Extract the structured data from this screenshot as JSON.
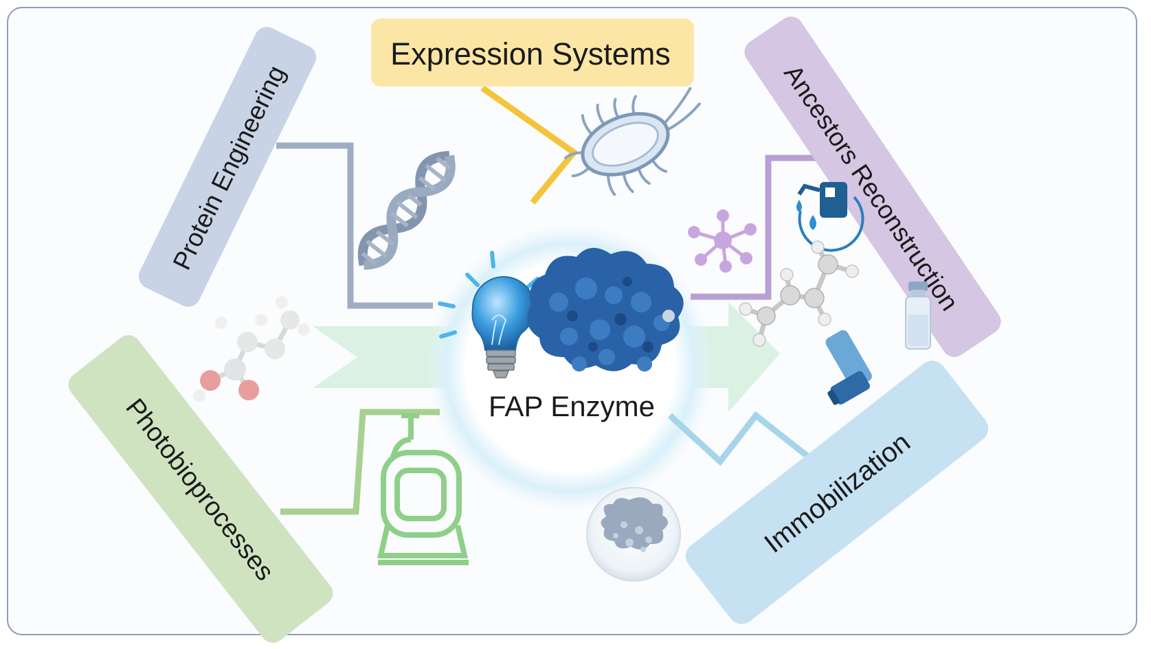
{
  "center": {
    "label": "FAP Enzyme"
  },
  "topics": [
    {
      "id": "protein-engineering",
      "label": "Protein Engineering",
      "color": "#c9d3e6",
      "line_color": "#9fadc4"
    },
    {
      "id": "expression-systems",
      "label": "Expression Systems",
      "color": "#fbe6a6",
      "line_color": "#f4c53c"
    },
    {
      "id": "ancestors-reconstruction",
      "label": "Ancestors Reconstruction",
      "color": "#d5c6e3",
      "line_color": "#b9a0d4"
    },
    {
      "id": "photobioprocesses",
      "label": "Photobioprocesses",
      "color": "#cfe3c0",
      "line_color": "#a8d08e"
    },
    {
      "id": "immobilization",
      "label": "Immobilization",
      "color": "#c6e2f2",
      "line_color": "#a6d5ea"
    }
  ],
  "colors": {
    "frame": "#8e9cb8",
    "arrow": "#cfecdc",
    "glow": "#d6eef8",
    "enzyme": "#2a62a8",
    "bulb": "#3a9ddf"
  },
  "icons": [
    "dna-icon",
    "bacterium-icon",
    "molecule-network-icon",
    "fuel-pump-icon",
    "propane-molecule-icon",
    "vial-icon",
    "inhaler-icon",
    "butanoic-acid-molecule-icon",
    "photobioreactor-icon",
    "immobilized-enzyme-powder-icon",
    "light-bulb-icon",
    "enzyme-structure-icon"
  ]
}
